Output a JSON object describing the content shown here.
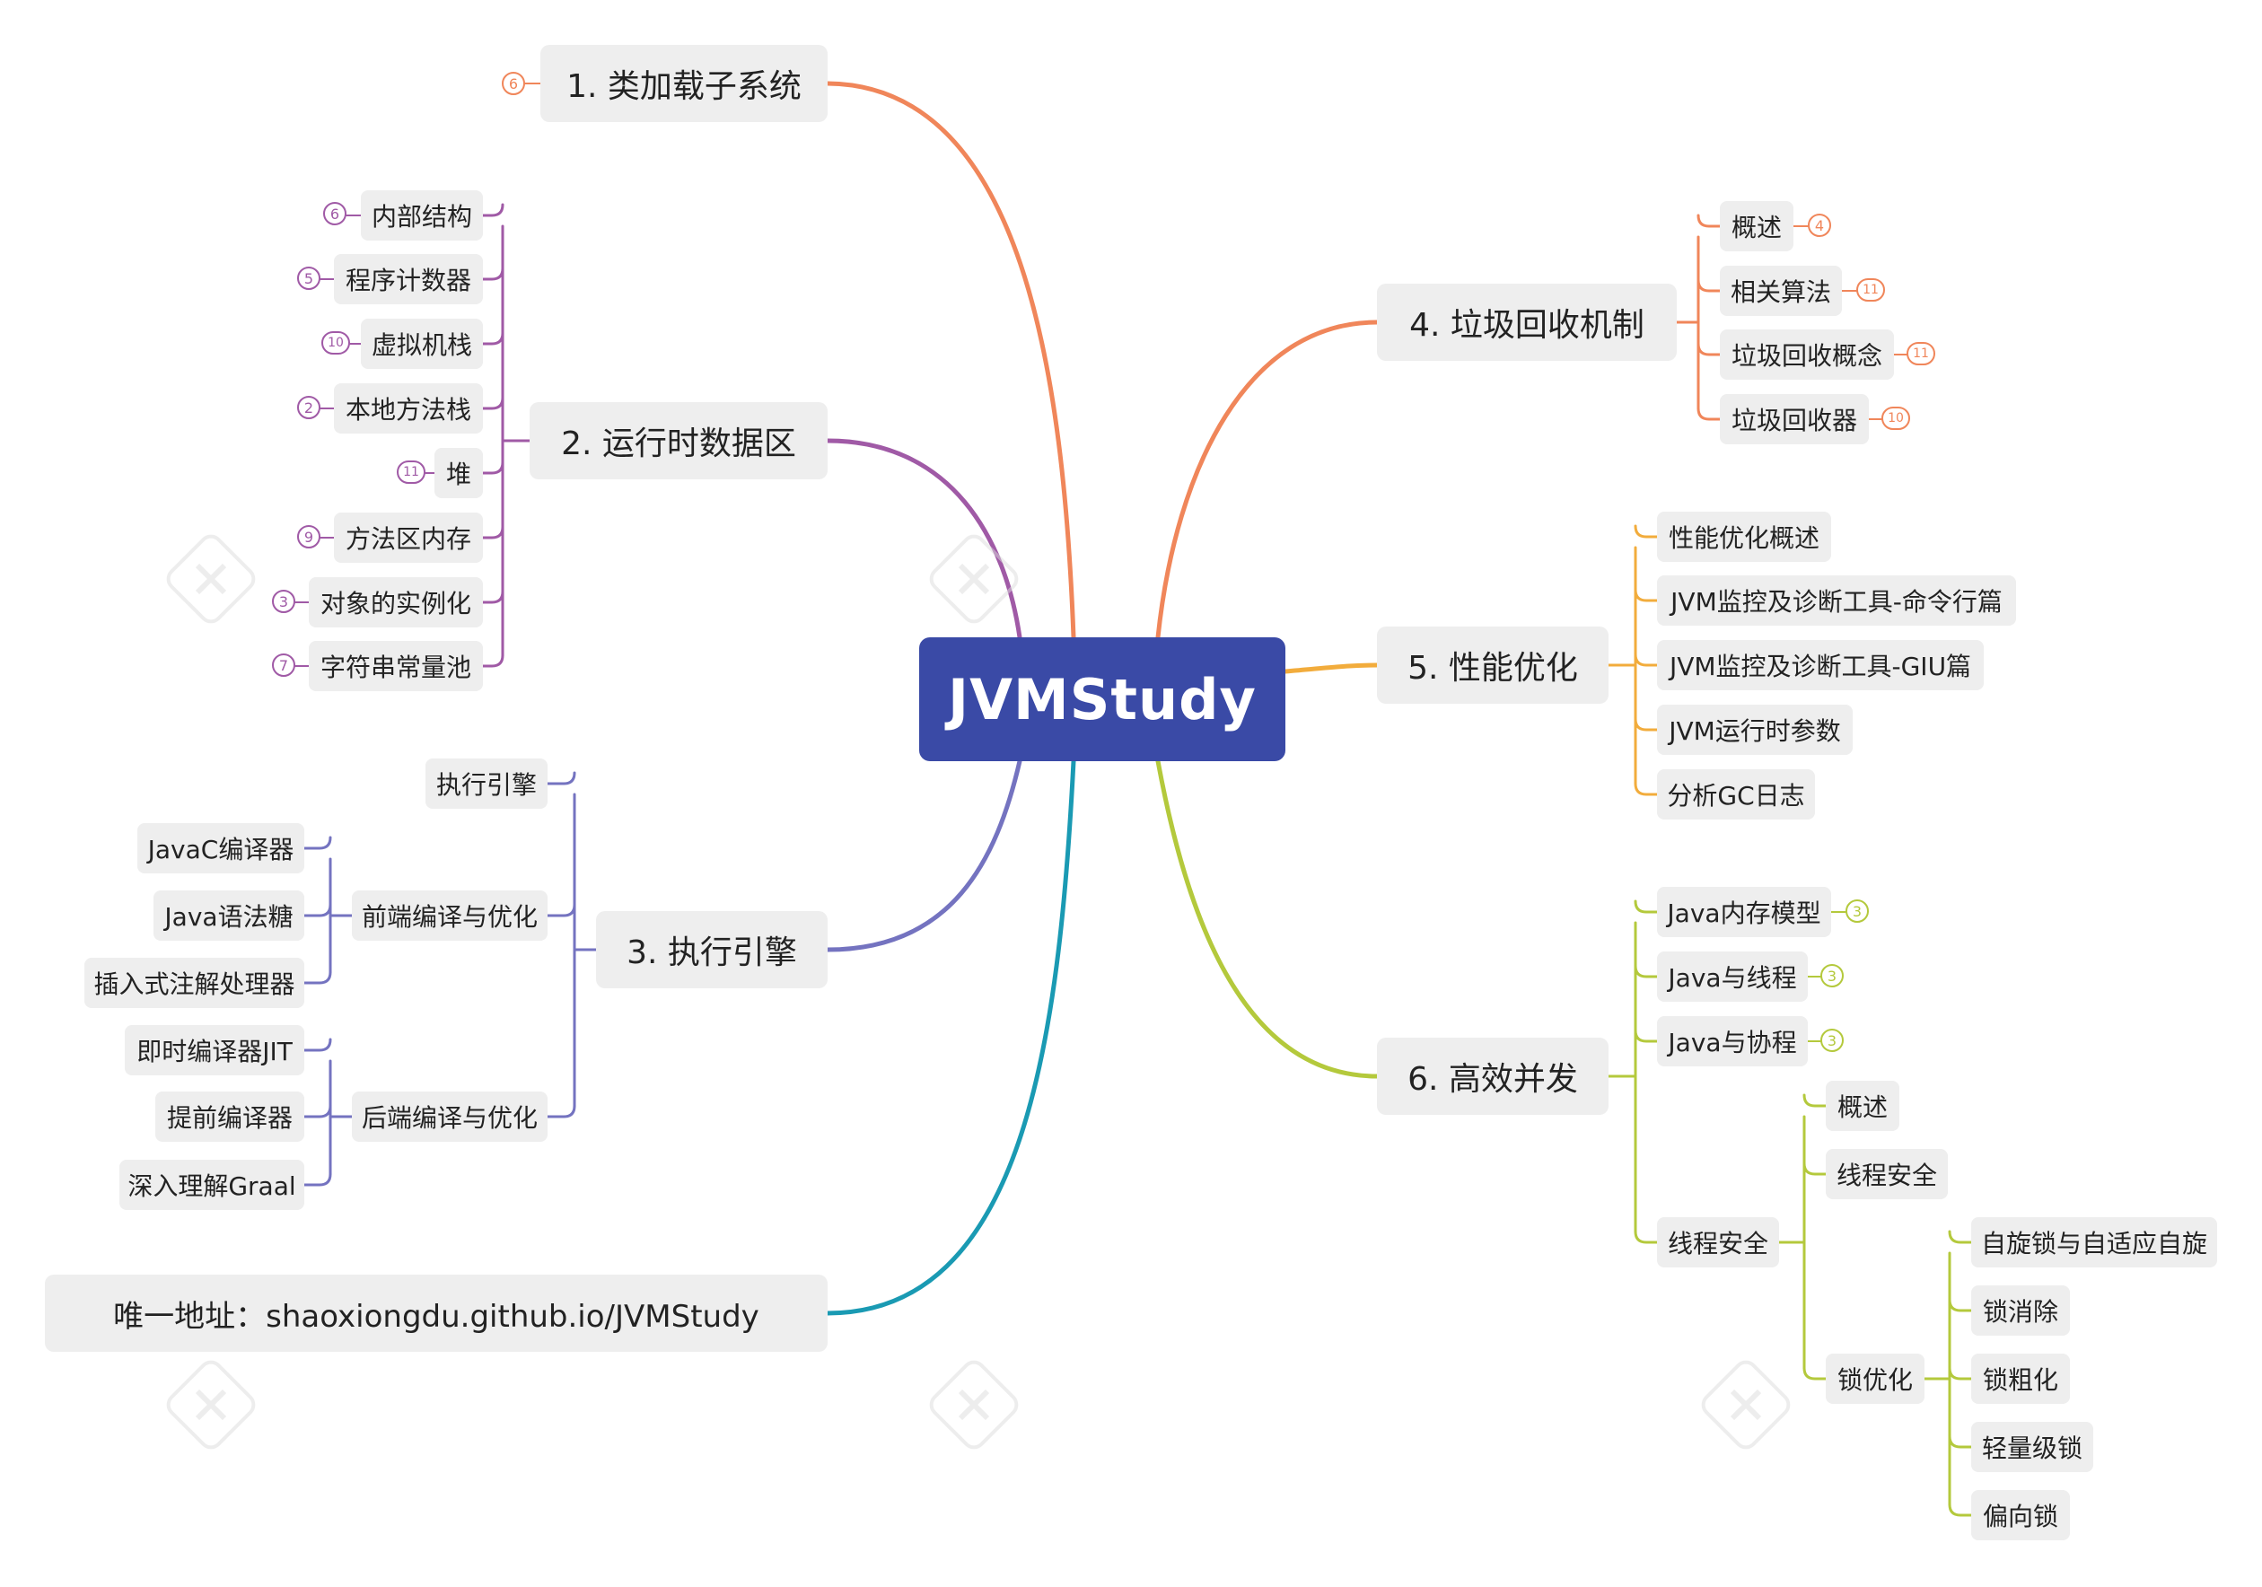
{
  "colors": {
    "branch1": "#f0865a",
    "branch2": "#a05aa6",
    "branch3": "#7473c0",
    "branch4": "#f0865a",
    "branch5": "#f2ac3c",
    "branch6": "#b4c93c",
    "branch7": "#1a9ab3",
    "root_bg": "#3a4aa6"
  },
  "root": {
    "label": "JVMStudy"
  },
  "branches": [
    {
      "label": "1. 类加载子系统",
      "badge": "6"
    },
    {
      "label": "2. 运行时数据区",
      "children": [
        {
          "label": "内部结构",
          "badge": "6"
        },
        {
          "label": "程序计数器",
          "badge": "5"
        },
        {
          "label": "虚拟机栈",
          "badge": "10"
        },
        {
          "label": "本地方法栈",
          "badge": "2"
        },
        {
          "label": "堆",
          "badge": "11"
        },
        {
          "label": "方法区内存",
          "badge": "9"
        },
        {
          "label": "对象的实例化",
          "badge": "3"
        },
        {
          "label": "字符串常量池",
          "badge": "7"
        }
      ]
    },
    {
      "label": "3. 执行引擎",
      "children": [
        {
          "label": "执行引擎"
        },
        {
          "label": "前端编译与优化",
          "children": [
            {
              "label": "JavaC编译器"
            },
            {
              "label": "Java语法糖"
            },
            {
              "label": "插入式注解处理器"
            }
          ]
        },
        {
          "label": "后端编译与优化",
          "children": [
            {
              "label": "即时编译器JIT"
            },
            {
              "label": "提前编译器"
            },
            {
              "label": "深入理解Graal"
            }
          ]
        }
      ]
    },
    {
      "label": "4. 垃圾回收机制",
      "children": [
        {
          "label": "概述",
          "badge": "4"
        },
        {
          "label": "相关算法",
          "badge": "11"
        },
        {
          "label": "垃圾回收概念",
          "badge": "11"
        },
        {
          "label": "垃圾回收器",
          "badge": "10"
        }
      ]
    },
    {
      "label": "5. 性能优化",
      "children": [
        {
          "label": "性能优化概述"
        },
        {
          "label": "JVM监控及诊断工具-命令行篇"
        },
        {
          "label": "JVM监控及诊断工具-GIU篇"
        },
        {
          "label": "JVM运行时参数"
        },
        {
          "label": "分析GC日志"
        }
      ]
    },
    {
      "label": "6. 高效并发",
      "children": [
        {
          "label": "Java内存模型",
          "badge": "3"
        },
        {
          "label": "Java与线程",
          "badge": "3"
        },
        {
          "label": "Java与协程",
          "badge": "3"
        },
        {
          "label": "线程安全",
          "children": [
            {
              "label": "概述"
            },
            {
              "label": "线程安全"
            },
            {
              "label": "锁优化",
              "children": [
                {
                  "label": "自旋锁与自适应自旋"
                },
                {
                  "label": "锁消除"
                },
                {
                  "label": "锁粗化"
                },
                {
                  "label": "轻量级锁"
                },
                {
                  "label": "偏向锁"
                }
              ]
            }
          ]
        }
      ]
    },
    {
      "label": "唯一地址：shaoxiongdu.github.io/JVMStudy"
    }
  ]
}
